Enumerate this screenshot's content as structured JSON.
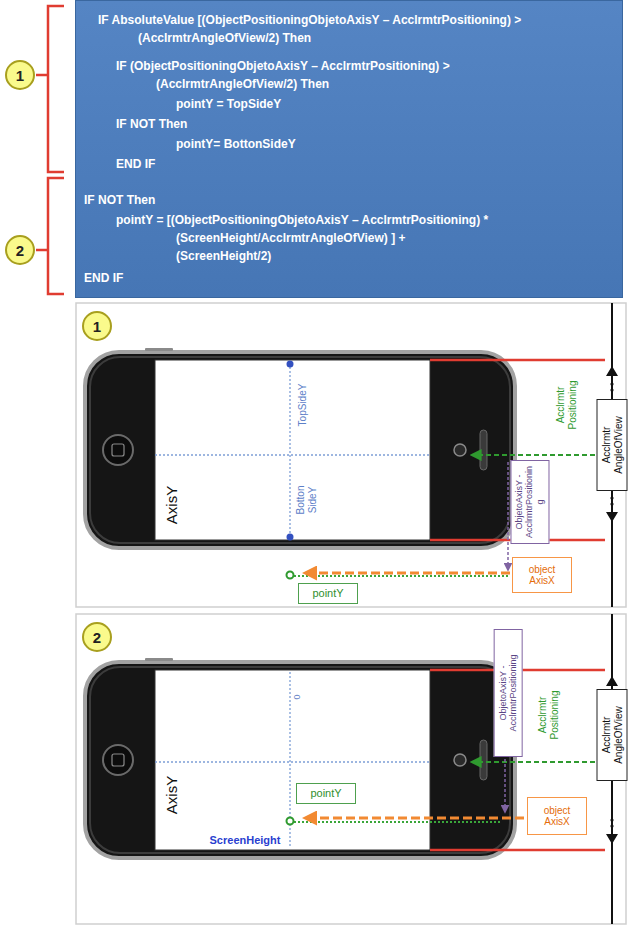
{
  "diagram": {
    "nodes": [
      {
        "text": [
          "IF AbsoluteValue [(ObjectPositioningObjetoAxisY – AcclrmtrPositioning) >",
          "(AcclrmtrAngleOfView/2) Then",
          "IF (ObjectPositioningObjetoAxisY – AcclrmtrPositioning) >",
          "(AcclrmtrAngleOfView/2) Then",
          "pointY = TopSideY",
          "IF NOT Then",
          "pointY= BottonSideY",
          "END IF",
          "IF NOT Then",
          "pointY = [(ObjectPositioningObjetoAxisY – AcclrmtrPositioning) *",
          "(ScreenHeight/AcclrmtrAngleOfView) ] +",
          "(ScreenHeight/2)",
          "END IF"
        ]
      },
      {
        "text": [
          "1"
        ]
      },
      {
        "text": [
          "2"
        ]
      },
      {
        "text": [
          "1"
        ]
      },
      {
        "text": [
          "Acclrmtr AngleOfView"
        ]
      },
      {
        "text": [
          "ObjetoAxisY - AcclrmtrPositioning"
        ]
      },
      {
        "text": [
          "object AxisX"
        ]
      },
      {
        "text": [
          "pointY"
        ]
      },
      {
        "text": [
          "2"
        ]
      },
      {
        "text": [
          "ObjetoAxisY - AcclrmtrPositioning"
        ]
      },
      {
        "text": [
          "Acclrmtr AngleOfView"
        ]
      },
      {
        "text": [
          "pointY"
        ]
      },
      {
        "text": [
          "object AxisX"
        ]
      }
    ],
    "labels": [
      "TopSideY",
      "Botton SideY",
      "AxisY",
      "Acclrmtr Positioning",
      "0",
      "AxisY",
      "ScreenHeight",
      "Acclrmtr Positioning"
    ]
  }
}
